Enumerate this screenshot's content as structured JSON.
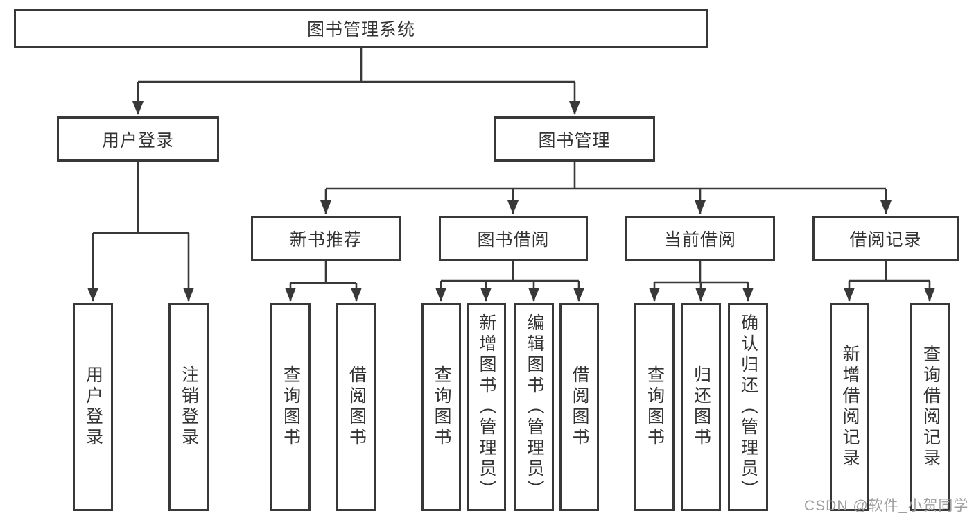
{
  "colors": {
    "line": "#383838",
    "text": "#333333",
    "watermark": "#9e9e9e",
    "background": "#ffffff"
  },
  "tree": {
    "label": "图书管理系统",
    "children": [
      {
        "label": "用户登录",
        "children": [
          {
            "label": "用户登录"
          },
          {
            "label": "注销登录"
          }
        ]
      },
      {
        "label": "图书管理",
        "children": [
          {
            "label": "新书推荐",
            "children": [
              {
                "label": "查询图书"
              },
              {
                "label": "借阅图书"
              }
            ]
          },
          {
            "label": "图书借阅",
            "children": [
              {
                "label": "查询图书"
              },
              {
                "label": "新增图书（管理员）"
              },
              {
                "label": "编辑图书（管理员）"
              },
              {
                "label": "借阅图书"
              }
            ]
          },
          {
            "label": "当前借阅",
            "children": [
              {
                "label": "查询图书"
              },
              {
                "label": "归还图书"
              },
              {
                "label": "确认归还（管理员）"
              }
            ]
          },
          {
            "label": "借阅记录",
            "children": [
              {
                "label": "新增借阅记录"
              },
              {
                "label": "查询借阅记录"
              }
            ]
          }
        ]
      }
    ]
  },
  "watermark": {
    "text": "CSDN @软件_小贺同学"
  }
}
